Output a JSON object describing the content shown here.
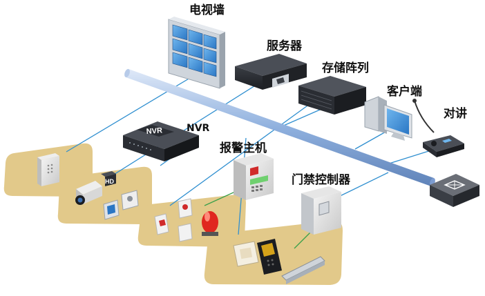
{
  "labels": {
    "tv_wall": "电视墙",
    "server": "服务器",
    "storage_array": "存储阵列",
    "client": "客户端",
    "intercom": "对讲",
    "nvr": "NVR",
    "alarm_host": "报警主机",
    "access_controller": "门禁控制器"
  },
  "device_text": {
    "nvr_panel": "NVR",
    "camera_badge": "HD"
  },
  "colors": {
    "backbone": "#8fb0de",
    "link_line": "#2f8fd0",
    "zone_fill": "#e2c98a",
    "device_dark": "#2a2d33",
    "screen_blue": "#3d8fd6"
  },
  "icons": [
    "tv-wall-icon",
    "server-icon",
    "storage-array-icon",
    "client-pc-icon",
    "intercom-station-icon",
    "nvr-recorder-icon",
    "alarm-panel-icon",
    "access-controller-icon",
    "network-switch-icon",
    "door-intercom-icon",
    "hd-camera-icon",
    "smoke-detector-icon",
    "alarm-siren-icon",
    "card-reader-icon",
    "exit-button-icon",
    "magnetic-lock-icon"
  ]
}
